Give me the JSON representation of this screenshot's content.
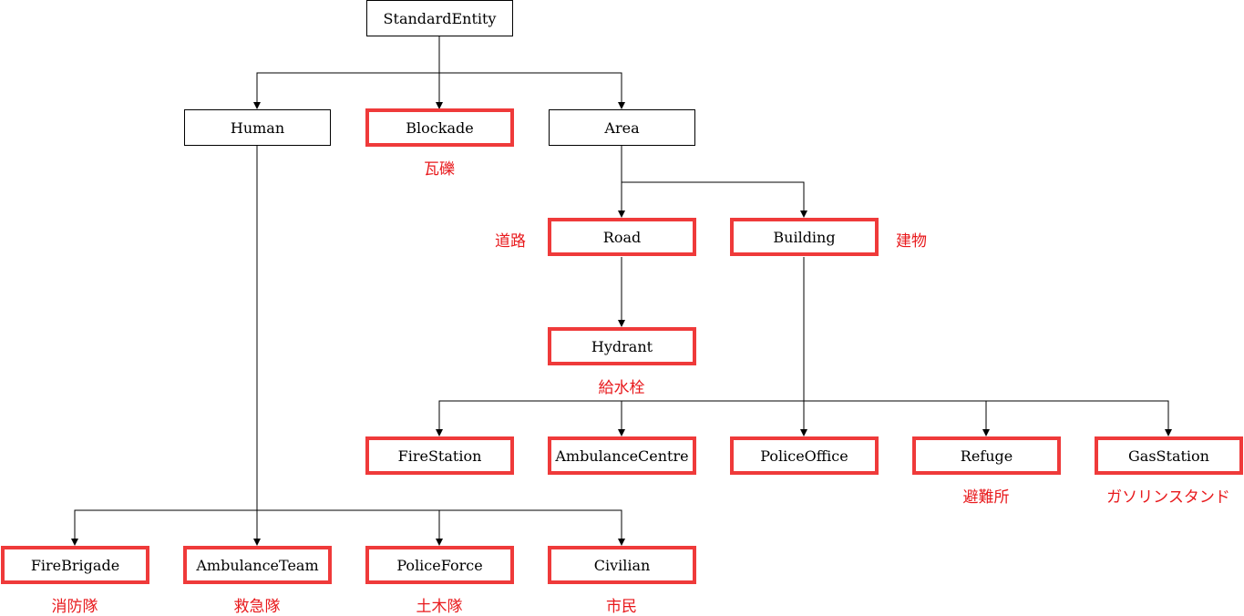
{
  "nodes": {
    "standard_entity": "StandardEntity",
    "human": "Human",
    "blockade": "Blockade",
    "area": "Area",
    "road": "Road",
    "building": "Building",
    "hydrant": "Hydrant",
    "fire_station": "FireStation",
    "ambulance_centre": "AmbulanceCentre",
    "police_office": "PoliceOffice",
    "refuge": "Refuge",
    "gas_station": "GasStation",
    "fire_brigade": "FireBrigade",
    "ambulance_team": "AmbulanceTeam",
    "police_force": "PoliceForce",
    "civilian": "Civilian"
  },
  "labels": {
    "blockade": "瓦礫",
    "road": "道路",
    "building": "建物",
    "hydrant": "給水栓",
    "refuge": "避難所",
    "gas_station": "ガソリンスタンド",
    "fire_brigade": "消防隊",
    "ambulance_team": "救急隊",
    "police_force": "土木隊",
    "civilian": "市民"
  },
  "colors": {
    "highlight_border": "#ef3a3a",
    "label_text": "#e8191c",
    "edge": "#000000"
  }
}
